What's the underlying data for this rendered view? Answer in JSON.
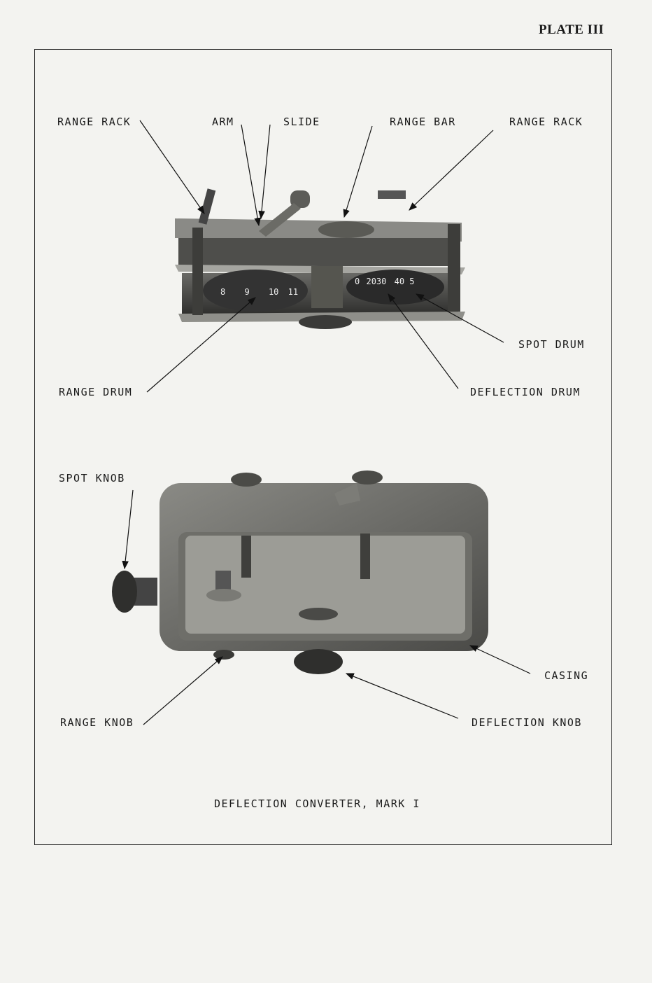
{
  "page": {
    "plate_label": "PLATE III"
  },
  "figure": {
    "caption": "DEFLECTION CONVERTER, MARK I",
    "upper_labels": {
      "range_rack_left": "RANGE RACK",
      "arm": "ARM",
      "slide": "SLIDE",
      "range_bar": "RANGE BAR",
      "range_rack_right": "RANGE RACK",
      "spot_drum": "SPOT DRUM",
      "range_drum": "RANGE DRUM",
      "deflection_drum": "DEFLECTION DRUM"
    },
    "lower_labels": {
      "spot_knob": "SPOT KNOB",
      "casing": "CASING",
      "range_knob": "RANGE KNOB",
      "deflection_knob": "DEFLECTION KNOB"
    },
    "drum_scale": {
      "range": [
        "8",
        "9",
        "10",
        "11"
      ],
      "deflection": [
        "0",
        "20",
        "30",
        "40",
        "5"
      ]
    }
  }
}
